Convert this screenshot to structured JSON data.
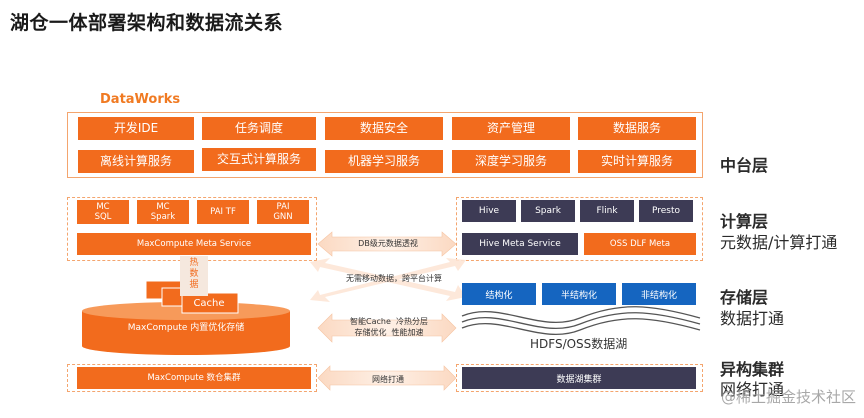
{
  "title": "湖仓一体部署架构和数据流关系",
  "dataworks_label": "DataWorks",
  "dataworks_row1": [
    "开发IDE",
    "任务调度",
    "数据安全",
    "资产管理",
    "数据服务"
  ],
  "dataworks_row2": [
    "离线计算服务",
    "交互式计算服务",
    "机器学习服务",
    "深度学习服务",
    "实时计算服务"
  ],
  "compute_left": [
    "MC\nSQL",
    "MC\nSpark",
    "PAI TF",
    "PAI\nGNN"
  ],
  "compute_right": [
    "Hive",
    "Spark",
    "Flink",
    "Presto"
  ],
  "meta_left": "MaxCompute Meta Service",
  "meta_mid": "DB级元数据透视",
  "meta_right1": "Hive Meta Service",
  "meta_right2": "OSS DLF Meta",
  "storage_mid_top": "无需移动数据，跨平台计算",
  "storage_hot": "热\n数\n据",
  "storage_cache": "Cache",
  "storage_left": "MaxCompute 内置优化存储",
  "storage_mid_bottom": "智能Cache  冷热分层\n存储优化  性能加速",
  "storage_right": [
    "结构化",
    "半结构化",
    "非结构化"
  ],
  "storage_lake": "HDFS/OSS数据湖",
  "cluster_left": "MaxCompute 数仓集群",
  "cluster_mid": "网络打通",
  "cluster_right": "数据湖集群",
  "labels": {
    "middle": "中台层",
    "compute": "计算层",
    "compute_sub": "元数据/计算打通",
    "storage": "存储层",
    "storage_sub": "数据打通",
    "cluster": "异构集群",
    "cluster_sub": "网络打通"
  },
  "watermark": "@稀土掘金技术社区",
  "colors": {
    "orange": "#f26b1d",
    "navy": "#3d3b55",
    "blue": "#1565c0"
  }
}
